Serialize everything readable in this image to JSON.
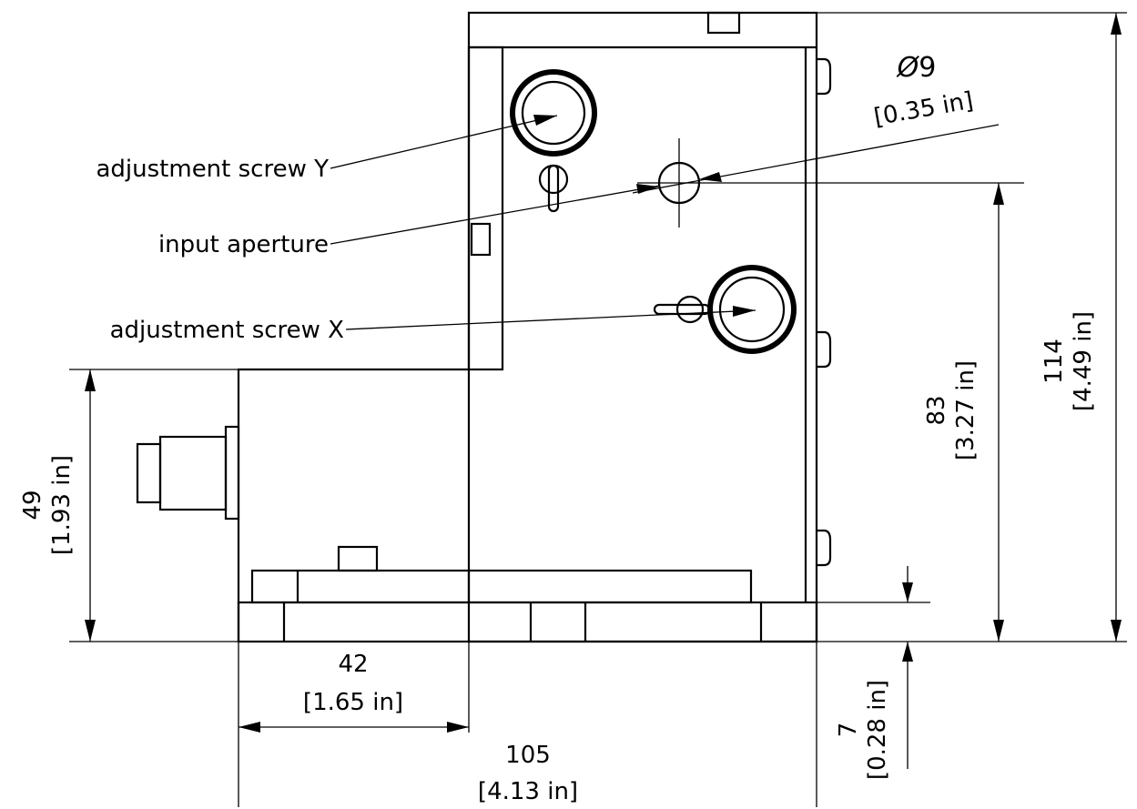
{
  "labels": {
    "screw_y": "adjustment screw Y",
    "aperture": "input aperture",
    "screw_x": "adjustment screw X"
  },
  "dimensions": {
    "diameter": {
      "symbol": "Ø",
      "value": "9",
      "inches": "[0.35 in]"
    },
    "overall_height": {
      "value": "114",
      "inches": "[4.49 in]"
    },
    "aperture_height": {
      "value": "83",
      "inches": "[3.27 in]"
    },
    "step_height": {
      "value": "49",
      "inches": "[1.93 in]"
    },
    "base_thickness": {
      "value": "7",
      "inches": "[0.28 in]"
    },
    "step_width": {
      "value": "42",
      "inches": "[1.65 in]"
    },
    "overall_width": {
      "value": "105",
      "inches": "[4.13 in]"
    }
  }
}
